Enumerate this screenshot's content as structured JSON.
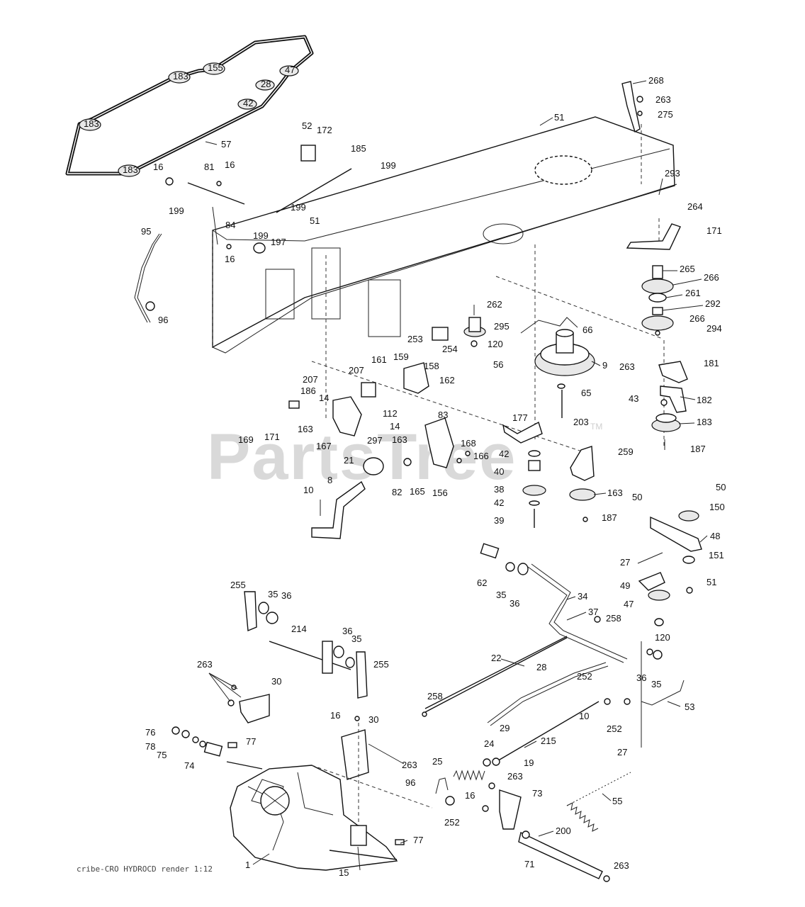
{
  "watermark": {
    "text": "PartsTree",
    "tm": "TM"
  },
  "footer": "cribe-CRO HYDROCD render 1:12",
  "belt_pulley_labels": [
    "183",
    "155",
    "47",
    "28",
    "42",
    "183",
    "183"
  ],
  "callouts": {
    "c268": "268",
    "c263a": "263",
    "c275": "275",
    "c51a": "51",
    "c52": "52",
    "c172": "172",
    "c185": "185",
    "c199a": "199",
    "c57": "57",
    "c16a": "16",
    "c81": "81",
    "c16b": "16",
    "c199b": "199",
    "c199c": "199",
    "c84": "84",
    "c199d": "199",
    "c51b": "51",
    "c197": "197",
    "c16c": "16",
    "c95": "95",
    "c96a": "96",
    "c293": "293",
    "c264": "264",
    "c171a": "171",
    "c265": "265",
    "c266a": "266",
    "c261": "261",
    "c292": "292",
    "c266b": "266",
    "c294": "294",
    "c262": "262",
    "c295": "295",
    "c120a": "120",
    "c66": "66",
    "c56": "56",
    "c9": "9",
    "c263b": "263",
    "c181": "181",
    "c65": "65",
    "c43": "43",
    "c182": "182",
    "c203": "203",
    "c183a": "183",
    "c187a": "187",
    "c259": "259",
    "c177": "177",
    "c42a": "42",
    "c40": "40",
    "c38": "38",
    "c42b": "42",
    "c39": "39",
    "c163a": "163",
    "c187b": "187",
    "c253": "253",
    "c254": "254",
    "c207a": "207",
    "c161": "161",
    "c159": "159",
    "c158": "158",
    "c162": "162",
    "c207b": "207",
    "c186": "186",
    "c14a": "14",
    "c112": "112",
    "c83": "83",
    "c169": "169",
    "c171b": "171",
    "c163b": "163",
    "c167": "167",
    "c297": "297",
    "c14b": "14",
    "c163c": "163",
    "c168": "168",
    "c166": "166",
    "c21": "21",
    "c82": "82",
    "c165": "165",
    "c156": "156",
    "c8": "8",
    "c10a": "10",
    "c50a": "50",
    "c50b": "50",
    "c150": "150",
    "c48": "48",
    "c27a": "27",
    "c151": "151",
    "c49": "49",
    "c51c": "51",
    "c47": "47",
    "c120b": "120",
    "c62": "62",
    "c35a": "35",
    "c36a": "36",
    "c34": "34",
    "c37": "37",
    "c258a": "258",
    "c36b": "36",
    "c35b": "35",
    "c255a": "255",
    "c35c": "35",
    "c36c": "36",
    "c214": "214",
    "c36d": "36",
    "c35d": "35",
    "c255b": "255",
    "c263c": "263",
    "c30a": "30",
    "c22": "22",
    "c28": "28",
    "c252a": "252",
    "c258b": "258",
    "c29": "29",
    "c10b": "10",
    "c252b": "252",
    "c53": "53",
    "c27b": "27",
    "c16d": "16",
    "c30b": "30",
    "c263d": "263",
    "c76": "76",
    "c78": "78",
    "c75": "75",
    "c77a": "77",
    "c74": "74",
    "c215": "215",
    "c24": "24",
    "c25": "25",
    "c19": "19",
    "c96b": "96",
    "c252c": "252",
    "c263e": "263",
    "c73": "73",
    "c16e": "16",
    "c55": "55",
    "c200": "200",
    "c77b": "77",
    "c1": "1",
    "c15": "15",
    "c71": "71",
    "c263f": "263"
  }
}
